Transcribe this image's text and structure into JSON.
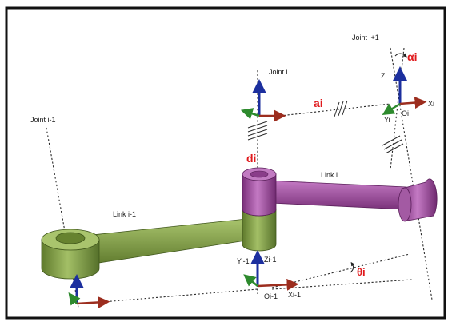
{
  "labels": {
    "joint_prev": "Joint i-1",
    "joint_i": "Joint i",
    "joint_next": "Joint i+1",
    "link_prev": "Link i-1",
    "link_i": "Link i",
    "a_i": "ai",
    "d_i": "di",
    "alpha_i": "αi",
    "theta_i": "θi"
  },
  "frames": {
    "frame_i": {
      "z": "Zi",
      "y": "Yi",
      "x": "Xi",
      "origin": "Oi"
    },
    "frame_prev": {
      "z": "Zi-1",
      "y": "Yi-1",
      "x": "Xi-1",
      "origin": "Oi-1"
    }
  },
  "colors": {
    "link_prev": "#8fab55",
    "link_i": "#a855a8",
    "z_axis": "#1c2f9e",
    "x_axis": "#9c2d1e",
    "y_axis": "#2d8a2d",
    "parameter_label": "#e0191c"
  }
}
